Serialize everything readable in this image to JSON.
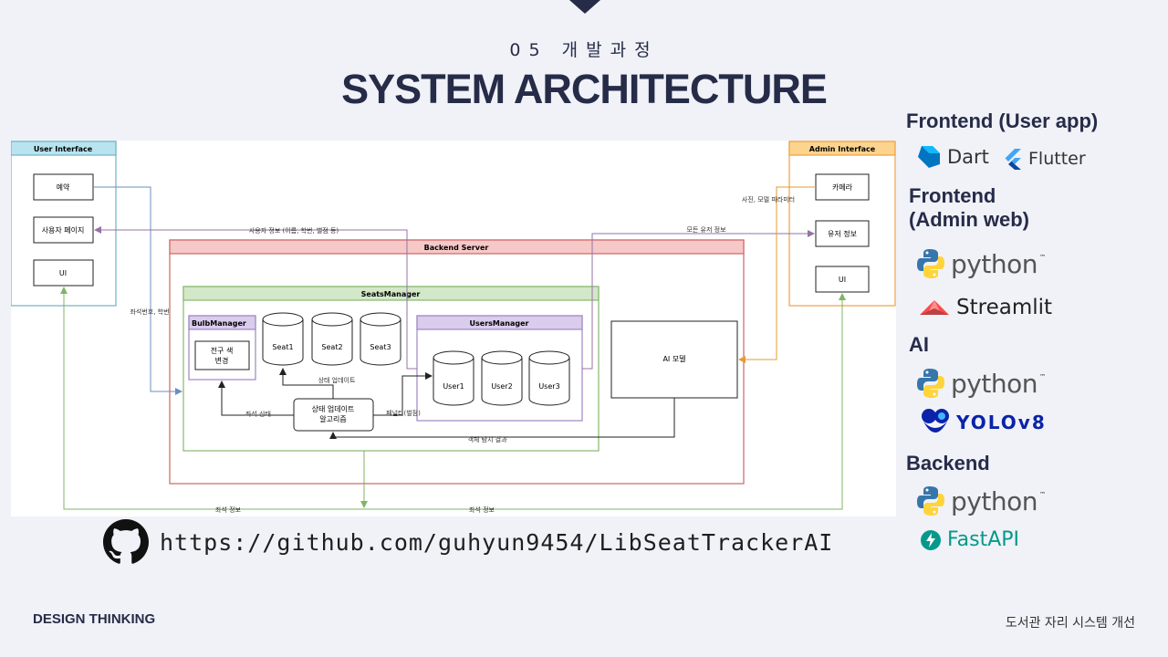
{
  "header": {
    "subtitle": "05 개발과정",
    "title": "SYSTEM ARCHITECTURE"
  },
  "diagram": {
    "user_interface": {
      "title": "User Interface",
      "reserve": "예약",
      "user_page": "사용자 페이지",
      "ui": "UI"
    },
    "admin_interface": {
      "title": "Admin Interface",
      "camera": "카메라",
      "user_info": "유저 정보",
      "ui": "UI"
    },
    "backend_server": "Backend Server",
    "seats_manager": "SeatsManager",
    "bulb_manager": {
      "title": "BulbManager",
      "action": "전구 색 변경"
    },
    "seats": [
      "Seat1",
      "Seat2",
      "Seat3"
    ],
    "users_manager": "UsersManager",
    "users": [
      "User1",
      "User2",
      "User3"
    ],
    "ai_model": "AI 모델",
    "algorithm": [
      "상태 업데이트",
      "알고리즘"
    ],
    "edges": {
      "user_info": "사용자 정보 (이름, 학번, 벌점 등)",
      "all_user_info": "모든 유저 정보",
      "photo_params": "사진, 모델 파라미터",
      "seat_no": "좌석번호, 학번",
      "state_update": "상태 업데이트",
      "seat_state": "좌석 상태",
      "penalty": "페널티(벌점)",
      "detection": "객체 탐지 결과",
      "seat_info_left": "좌석 정보",
      "seat_info_right": "좌석 정보"
    },
    "colors": {
      "ui_border": "#6fb2c4",
      "ui_head": "#b8e4ef",
      "admin_border": "#f0a040",
      "admin_head": "#fcd48e",
      "backend_border": "#cc6666",
      "backend_head": "#f7c8c8",
      "seats_border": "#86b86e",
      "seats_head": "#d3e8c8",
      "mgr_border": "#9f86c3",
      "mgr_head": "#d9ccec"
    }
  },
  "sidebar": {
    "frontend_user": "Frontend (User app)",
    "dart": "Dart",
    "flutter": "Flutter",
    "frontend_admin_1": "Frontend",
    "frontend_admin_2": "(Admin web)",
    "python": "python",
    "tm": "™",
    "streamlit": "Streamlit",
    "ai": "AI",
    "yolo": "YOLOv8",
    "backend": "Backend",
    "fastapi": "FastAPI"
  },
  "github": {
    "url": "https://github.com/guhyun9454/LibSeatTrackerAI"
  },
  "footer": {
    "left": "DESIGN THINKING",
    "right": "도서관 자리 시스템 개선"
  }
}
